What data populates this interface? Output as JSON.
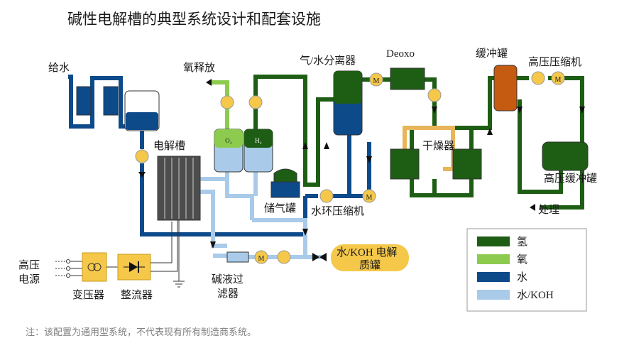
{
  "title": "碱性电解槽的典型系统设计和配套设施",
  "labels": {
    "feed_water": "给水",
    "oxygen_vent": "氧释放",
    "electrolyzer": "电解槽",
    "gas_holder": "储气罐",
    "water_ring_compressor": "水环压缩机",
    "gas_water_separator": "气/水分离器",
    "deoxo": "Deoxo",
    "dryer": "干燥器",
    "buffer_tank": "缓冲罐",
    "hp_compressor": "高压压缩机",
    "hp_buffer_tank": "高压缓冲罐",
    "process": "处理",
    "hv_source_line1": "高压",
    "hv_source_line2": "电源",
    "transformer": "变压器",
    "rectifier": "整流器",
    "koh_filter_line1": "碱液过",
    "koh_filter_line2": "滤器",
    "electrolyte_tank_line1": "水/KOH 电解",
    "electrolyte_tank_line2": "质罐",
    "o2_symbol": "O₂",
    "h2_symbol": "H₂",
    "motor_symbol": "M"
  },
  "legend": [
    {
      "label": "氢",
      "color": "#1e5e14"
    },
    {
      "label": "氧",
      "color": "#8dcb4f"
    },
    {
      "label": "水",
      "color": "#0d4a8a"
    },
    {
      "label": "水/KOH",
      "color": "#a9cbe9"
    }
  ],
  "colors": {
    "hydrogen": "#1e5e14",
    "oxygen": "#8dcb4f",
    "water": "#0d4a8a",
    "water_koh": "#a9cbe9",
    "equipment_yellow": "#f5c84a",
    "buffer_tank": "#c55a11",
    "dryer_regen": "#e8b55a"
  },
  "footnote": "注：该配置为通用型系统，不代表现有所有制造商系统。"
}
